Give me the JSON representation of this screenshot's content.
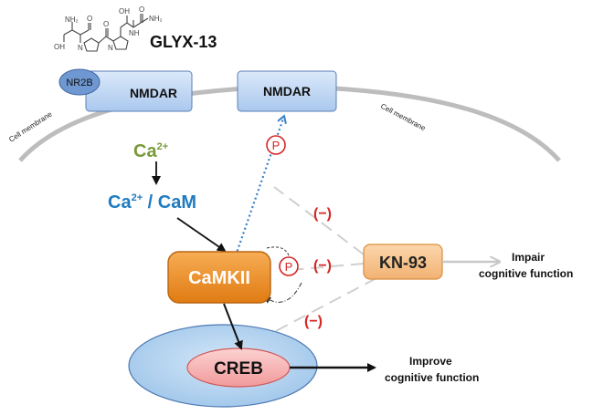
{
  "compound": {
    "name": "GLYX-13",
    "atoms": {
      "nh2_left": "NH₂",
      "oh_left": "OH",
      "n1": "N",
      "o1": "O",
      "n2": "N",
      "o2": "O",
      "oh_top": "OH",
      "nh": "NH",
      "o3": "O",
      "nh2_right": "NH₂"
    }
  },
  "membrane": {
    "label_left": "Cell membrane",
    "label_right": "Cell membrane"
  },
  "receptors": {
    "nr2b": "NR2B",
    "nmdar_left": "NMDAR",
    "nmdar_right": "NMDAR"
  },
  "ions": {
    "ca_symbol": "Ca",
    "ca_charge": "2+",
    "cacam_ca": "Ca",
    "cacam_charge": "2+",
    "cacam_rest": " / CaM"
  },
  "nodes": {
    "camkii": "CaMKII",
    "kn93": "KN-93",
    "creb": "CREB"
  },
  "phospho": {
    "p_upper": "P",
    "p_lower": "P"
  },
  "inhibitors": {
    "inh1": "(−)",
    "inh2": "(−)",
    "inh3": "(−)"
  },
  "outcomes": {
    "impair_line1": "Impair",
    "impair_line2": "cognitive function",
    "improve_line1": "Improve",
    "improve_line2": "cognitive function"
  },
  "colors": {
    "ca_green": "#7a9a3a",
    "cacam_blue": "#1e7bc0",
    "camkii_orange": "#ec8a1e",
    "kn93_peach": "#f7c48f",
    "creb_pink": "#f6a8a8",
    "cell_blue": "#b8d6f0",
    "phospho_red": "#d62626",
    "dotted_blue": "#3a7fc7"
  }
}
